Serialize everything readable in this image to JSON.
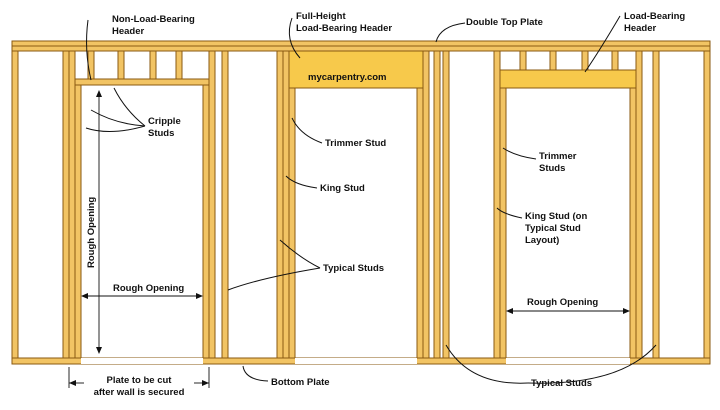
{
  "labels": {
    "non_load_bearing_header": [
      "Non-Load-Bearing",
      "Header"
    ],
    "full_height_header": [
      "Full-Height",
      "Load-Bearing Header"
    ],
    "double_top_plate": "Double Top Plate",
    "load_bearing_header": [
      "Load-Bearing",
      "Header"
    ],
    "cripple_studs": [
      "Cripple",
      "Studs"
    ],
    "rough_opening_vertical": "Rough Opening",
    "rough_opening_left": "Rough Opening",
    "trimmer_stud_center": "Trimmer Stud",
    "king_stud_center": "King Stud",
    "typical_studs_center": "Typical Studs",
    "trimmer_studs_right": [
      "Trimmer",
      "Studs"
    ],
    "king_stud_right": [
      "King Stud (on",
      "Typical Stud",
      "Layout)"
    ],
    "rough_opening_right": "Rough Opening",
    "plate_cut": [
      "Plate to be cut",
      "after wall is secured"
    ],
    "bottom_plate": "Bottom Plate",
    "typical_studs_bottom": "Typical Studs"
  },
  "watermark": "mycarpentry.com",
  "colors": {
    "lumber": "#f2c464",
    "header_highlight": "#f7c94b",
    "lumber_edge": "#8a5a12"
  }
}
